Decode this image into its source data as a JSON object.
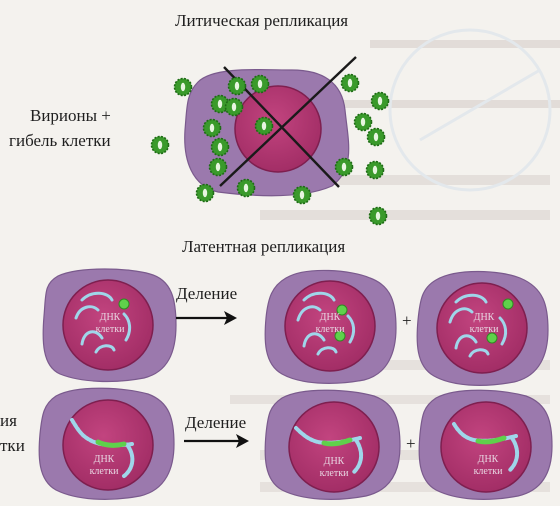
{
  "diagram": {
    "title_lytic": "Литическая репликация",
    "virions_line1": "Вирионы +",
    "virions_line2": "гибель клетки",
    "title_latent": "Латентная репликация",
    "division_label_1": "Деление",
    "division_label_2": "Деление",
    "plus_sign": "+",
    "dna_label_line1": "ДНК",
    "dna_label_line2": "клетки",
    "left_fragment_1": "ия",
    "left_fragment_2": "тки"
  },
  "colors": {
    "cell_outer": "#9b79ad",
    "cell_outer_edge": "#7a5a8d",
    "nucleus": "#b0336f",
    "nucleus_edge": "#7e1f4f",
    "chromatin": "#9fd6ea",
    "virion": "#3a9a2b",
    "virion_core": "#e7f5e0",
    "episome": "#5fd14b"
  }
}
